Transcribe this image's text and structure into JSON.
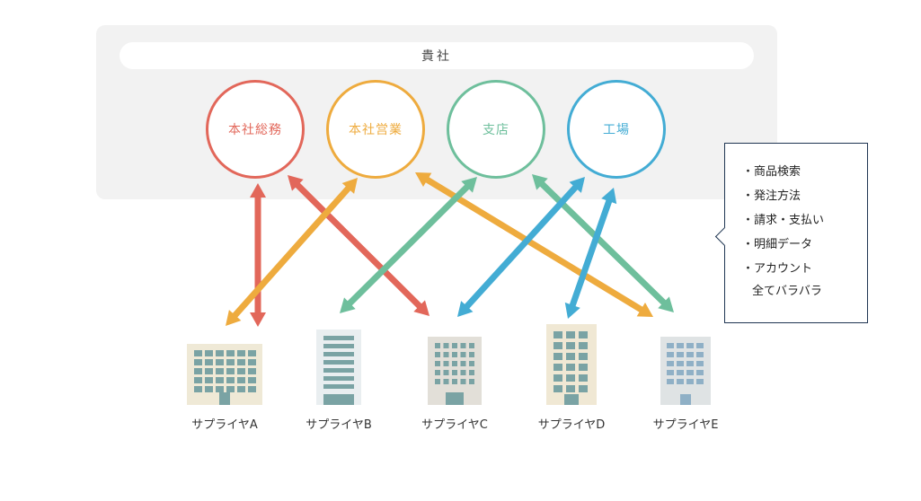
{
  "company": {
    "title": "貴社"
  },
  "departments": [
    {
      "label": "本社総務",
      "color": "#e2675a"
    },
    {
      "label": "本社営業",
      "color": "#eeab3e"
    },
    {
      "label": "支店",
      "color": "#6ebf9c"
    },
    {
      "label": "工場",
      "color": "#43acd4"
    }
  ],
  "suppliers": [
    {
      "label": "サプライヤA"
    },
    {
      "label": "サプライヤB"
    },
    {
      "label": "サプライヤC"
    },
    {
      "label": "サプライヤD"
    },
    {
      "label": "サプライヤE"
    }
  ],
  "callout": {
    "items": [
      "商品検索",
      "発注方法",
      "請求・支払い",
      "明細データ",
      "アカウント"
    ],
    "summary": "全てバラバラ"
  },
  "connections": [
    {
      "from": "本社総務",
      "to": "サプライヤA",
      "color": "#e2675a"
    },
    {
      "from": "本社総務",
      "to": "サプライヤC",
      "color": "#e2675a"
    },
    {
      "from": "本社営業",
      "to": "サプライヤA",
      "color": "#eeab3e"
    },
    {
      "from": "本社営業",
      "to": "サプライヤE",
      "color": "#eeab3e"
    },
    {
      "from": "支店",
      "to": "サプライヤB",
      "color": "#6ebf9c"
    },
    {
      "from": "支店",
      "to": "サプライヤE",
      "color": "#6ebf9c"
    },
    {
      "from": "工場",
      "to": "サプライヤC",
      "color": "#43acd4"
    },
    {
      "from": "工場",
      "to": "サプライヤD",
      "color": "#43acd4"
    }
  ]
}
